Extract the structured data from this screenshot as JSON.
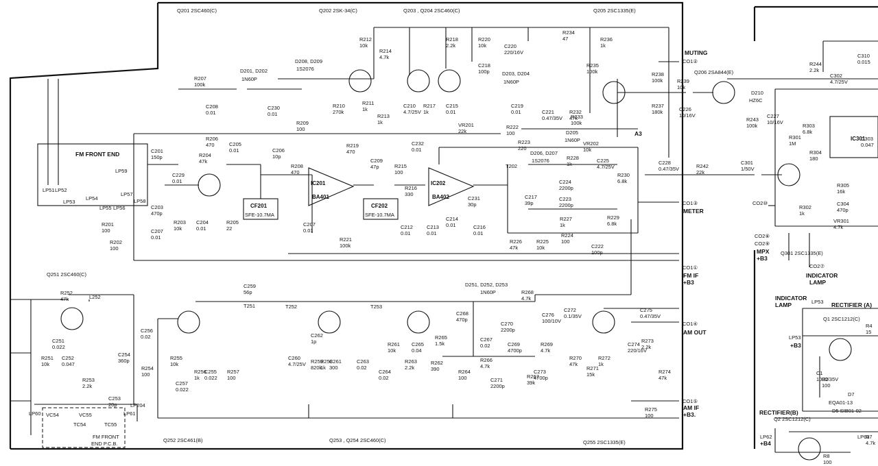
{
  "transistors": [
    {
      "id": "q201",
      "text": "Q201 2SC460(C)"
    },
    {
      "id": "q202",
      "text": "Q202 2SK-34(C)"
    },
    {
      "id": "q203",
      "text": "Q203 , Q204 2SC460(C)"
    },
    {
      "id": "q205",
      "text": "Q205 2SC1335(E)"
    },
    {
      "id": "q206",
      "text": "Q206 2SA844(E)"
    },
    {
      "id": "q251",
      "text": "Q251 2SC460(C)"
    },
    {
      "id": "q252",
      "text": "Q252 2SC461(B)"
    },
    {
      "id": "q253",
      "text": "Q253 , Q254 2SC460(C)"
    },
    {
      "id": "q255",
      "text": "Q255 2SC1335(E)"
    },
    {
      "id": "q301",
      "text": "Q301 2SC1335(E)"
    },
    {
      "id": "q1",
      "text": "Q1 2SC1212(C)"
    },
    {
      "id": "q2",
      "text": "Q2 2SC1212(C)"
    }
  ],
  "blocks": [
    {
      "id": "fm-front-end",
      "text": "FM FRONT END"
    },
    {
      "id": "ic201",
      "text": "IC201",
      "sub": "BA401"
    },
    {
      "id": "ic202",
      "text": "IC202",
      "sub": "BA402"
    },
    {
      "id": "ic301",
      "text": "IC301"
    },
    {
      "id": "cf201",
      "text": "CF201",
      "sub": "SFE-10.7MA"
    },
    {
      "id": "cf202",
      "text": "CF202",
      "sub": "SFE-10.7MA"
    },
    {
      "id": "fm-pcb",
      "text": "FM FRONT",
      "sub": "END P.C.B."
    }
  ],
  "diodes": [
    {
      "id": "d201",
      "text": "D201, D202",
      "sub": "1N60P"
    },
    {
      "id": "d208",
      "text": "D208, D209",
      "sub": "1S2076"
    },
    {
      "id": "d203",
      "text": "D203, D204",
      "sub": "1N60P"
    },
    {
      "id": "d205",
      "text": "D205",
      "sub": "1N60P"
    },
    {
      "id": "d206",
      "text": "D206, D207",
      "sub": "1S2076"
    },
    {
      "id": "d210",
      "text": "D210",
      "sub": "HZ6C"
    },
    {
      "id": "d251",
      "text": "D251, D252, D253",
      "sub": "1N60P"
    },
    {
      "id": "d5",
      "text": "D5 SIB01-02"
    },
    {
      "id": "d7",
      "text": "D7",
      "sub": "EQA01-13"
    }
  ],
  "connectors": [
    {
      "id": "co2",
      "text": "CO1②",
      "label": "MUTING"
    },
    {
      "id": "co3",
      "text": "CO1③",
      "label": "METER"
    },
    {
      "id": "co1",
      "text": "CO1①",
      "label": "FM IF",
      "label2": "+B3"
    },
    {
      "id": "co4",
      "text": "CO1④",
      "label": "AM OUT"
    },
    {
      "id": "co5",
      "text": "CO1⑤",
      "label": "AM IF",
      "label2": "+B3."
    },
    {
      "id": "co10",
      "text": "CO2⑩"
    },
    {
      "id": "co8",
      "text": "CO2⑧"
    },
    {
      "id": "co9",
      "text": "CO2⑨",
      "label": "MPX",
      "label2": "+B3"
    },
    {
      "id": "co7",
      "text": "CO2⑦",
      "label": "INDICATOR",
      "label2": "LAMP"
    }
  ],
  "sections": {
    "indicator": "INDICATOR",
    "indicator2": "LAMP",
    "lp53": "LP53",
    "rect_a": "RECTIFIER (A)",
    "rect_b": "RECTIFIER(B)",
    "b3": "+B3",
    "b4": "+B4",
    "lp53a": "LP53",
    "lp62": "LP62",
    "lp63": "LP63",
    "lp54": "LP54",
    "a3": "A3"
  },
  "parts": [
    [
      "R207",
      "100k"
    ],
    [
      "C208",
      "0.01"
    ],
    [
      "C230",
      "0.01"
    ],
    [
      "R209",
      "100"
    ],
    [
      "R206",
      "470"
    ],
    [
      "C205",
      "0.01"
    ],
    [
      "C206",
      "10p"
    ],
    [
      "C201",
      "150p"
    ],
    [
      "C229",
      "0.01"
    ],
    [
      "R204",
      "47k"
    ],
    [
      "C203",
      "470p"
    ],
    [
      "C207",
      "0.01"
    ],
    [
      "R203",
      "10k"
    ],
    [
      "C204",
      "0.01"
    ],
    [
      "R205",
      "22"
    ],
    [
      "R201",
      "100"
    ],
    [
      "R202",
      "100"
    ],
    [
      "R208",
      "470"
    ],
    [
      "C207",
      "0.01"
    ],
    [
      "R210",
      "270k"
    ],
    [
      "R219",
      "470"
    ],
    [
      "R212",
      "10k"
    ],
    [
      "R214",
      "4.7k"
    ],
    [
      "R211",
      "1k"
    ],
    [
      "R213",
      "1k"
    ],
    [
      "C209",
      "47p"
    ],
    [
      "C232",
      "0.01"
    ],
    [
      "R215",
      "100"
    ],
    [
      "R216",
      "330"
    ],
    [
      "C212",
      "0.01"
    ],
    [
      "C213",
      "0.01"
    ],
    [
      "C214",
      "0.01"
    ],
    [
      "R221",
      "100k"
    ],
    [
      "R218",
      "2.2k"
    ],
    [
      "R220",
      "10k"
    ],
    [
      "C218",
      "100p"
    ],
    [
      "C210",
      "4.7/25V"
    ],
    [
      "R217",
      "1k"
    ],
    [
      "C215",
      "0.01"
    ],
    [
      "VR201",
      "22k"
    ],
    [
      "C219",
      "0.01"
    ],
    [
      "C220",
      "220/16V"
    ],
    [
      "R234",
      "47"
    ],
    [
      "R236",
      "1k"
    ],
    [
      "R235",
      "100k"
    ],
    [
      "R233",
      "100k"
    ],
    [
      "R232",
      "47k"
    ],
    [
      "R222",
      "100"
    ],
    [
      "R223",
      "220"
    ],
    [
      "C221",
      "0.47/35V"
    ],
    [
      "VR202",
      "10k"
    ],
    [
      "C231",
      "30p"
    ],
    [
      "C216",
      "0.01"
    ],
    [
      "R228",
      "1k"
    ],
    [
      "C224",
      "2200p"
    ],
    [
      "C225",
      "4.7/25V"
    ],
    [
      "R230",
      "6.8k"
    ],
    [
      "C217",
      "39p"
    ],
    [
      "C223",
      "2200p"
    ],
    [
      "R227",
      "1k"
    ],
    [
      "R229",
      "6.8k"
    ],
    [
      "R226",
      "47k"
    ],
    [
      "R225",
      "10k"
    ],
    [
      "R224",
      "100"
    ],
    [
      "C222",
      "100p"
    ],
    [
      "R238",
      "100k"
    ],
    [
      "R237",
      "180k"
    ],
    [
      "R239",
      "10k"
    ],
    [
      "C226",
      "10/16V"
    ],
    [
      "R243",
      "100k"
    ],
    [
      "C227",
      "10/16V"
    ],
    [
      "R244",
      "2.2k"
    ],
    [
      "R303",
      "6.8k"
    ],
    [
      "C302",
      "4.7/25V"
    ],
    [
      "C310",
      "0.015"
    ],
    [
      "R301",
      "1M"
    ],
    [
      "R304",
      "180"
    ],
    [
      "C303",
      "0.047"
    ],
    [
      "C228",
      "0.47/35V"
    ],
    [
      "R242",
      "22k"
    ],
    [
      "C301",
      "1/50V"
    ],
    [
      "R305",
      "16k"
    ],
    [
      "C304",
      "470p"
    ],
    [
      "VR301",
      "4.7k"
    ],
    [
      "R302",
      "1k"
    ],
    [
      "R252",
      "47k"
    ],
    [
      "R251",
      "10k"
    ],
    [
      "C251",
      "0.022"
    ],
    [
      "C252",
      "0.047"
    ],
    [
      "R253",
      "2.2k"
    ],
    [
      "C254",
      "360p"
    ],
    [
      "C253",
      "20p"
    ],
    [
      "R254",
      "100"
    ],
    [
      "C256",
      "0.02"
    ],
    [
      "R255",
      "10k"
    ],
    [
      "C257",
      "0.022"
    ],
    [
      "R256",
      "1k"
    ],
    [
      "C255",
      "0.022"
    ],
    [
      "R257",
      "100"
    ],
    [
      "C259",
      "56p"
    ],
    [
      "C260",
      "4.7/25V"
    ],
    [
      "R259",
      "820k"
    ],
    [
      "R258",
      "1k"
    ],
    [
      "C261",
      "300"
    ],
    [
      "C262",
      "1p"
    ],
    [
      "C263",
      "0.02"
    ],
    [
      "R261",
      "10k"
    ],
    [
      "C264",
      "0.02"
    ],
    [
      "R263",
      "2.2k"
    ],
    [
      "C265",
      "0.04"
    ],
    [
      "R262",
      "390"
    ],
    [
      "R265",
      "1.5k"
    ],
    [
      "C268",
      "470p"
    ],
    [
      "R264",
      "100"
    ],
    [
      "R268",
      "4.7k"
    ],
    [
      "C270",
      "2200p"
    ],
    [
      "C276",
      "100/10V"
    ],
    [
      "C267",
      "0.02"
    ],
    [
      "C269",
      "4700p"
    ],
    [
      "R266",
      "4.7k"
    ],
    [
      "C271",
      "2200p"
    ],
    [
      "R267",
      "39k"
    ],
    [
      "R269",
      "4.7k"
    ],
    [
      "C272",
      "0.1/35V"
    ],
    [
      "C273",
      "4700p"
    ],
    [
      "R270",
      "47k"
    ],
    [
      "R271",
      "15k"
    ],
    [
      "R272",
      "1k"
    ],
    [
      "C275",
      "0.47/35V"
    ],
    [
      "C274",
      "220/16V"
    ],
    [
      "R273",
      "2.2k"
    ],
    [
      "R274",
      "47k"
    ],
    [
      "R275",
      "100"
    ],
    [
      "C1",
      "1000/35V"
    ],
    [
      "R2",
      "100"
    ],
    [
      "R4",
      "15"
    ],
    [
      "R7",
      "4.7k"
    ],
    [
      "R8",
      "100"
    ]
  ],
  "lp": [
    "LP51",
    "LP52",
    "LP53",
    "LP59",
    "LP55",
    "LP56",
    "LP57",
    "LP58",
    "LP60",
    "LP61",
    "LP204",
    "VC54",
    "VC55",
    "TC54",
    "TC55",
    "T251",
    "T252",
    "T253",
    "T202",
    "L252"
  ]
}
